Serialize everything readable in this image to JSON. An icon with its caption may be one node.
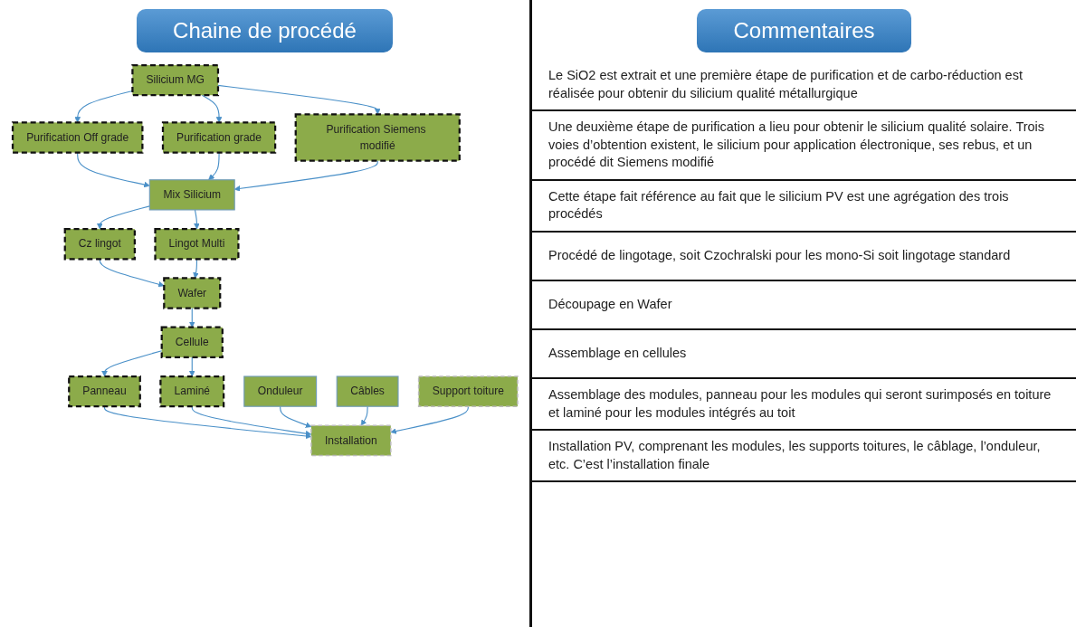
{
  "diagram": {
    "nodes": [
      {
        "text": [
          "Silicium MG"
        ]
      },
      {
        "text": [
          "Purification Off grade"
        ]
      },
      {
        "text": [
          "Purification grade"
        ]
      },
      {
        "text": [
          "Purification Siemens modifié"
        ]
      },
      {
        "text": [
          "Mix Silicium"
        ]
      },
      {
        "text": [
          "Cz lingot"
        ]
      },
      {
        "text": [
          "Lingot Multi"
        ]
      },
      {
        "text": [
          "Wafer"
        ]
      },
      {
        "text": [
          "Cellule"
        ]
      },
      {
        "text": [
          "Panneau"
        ]
      },
      {
        "text": [
          "Laminé"
        ]
      },
      {
        "text": [
          "Onduleur"
        ]
      },
      {
        "text": [
          "Câbles"
        ]
      },
      {
        "text": [
          "Installation"
        ]
      },
      {
        "text": [
          "Support toiture"
        ]
      }
    ],
    "edges": [
      {
        "from": 0,
        "to": 1,
        "arrow": "to"
      },
      {
        "from": 0,
        "to": 2,
        "arrow": "to"
      },
      {
        "from": 0,
        "to": 3,
        "arrow": "to"
      },
      {
        "from": 1,
        "to": 4,
        "arrow": "to"
      },
      {
        "from": 2,
        "to": 4,
        "arrow": "to"
      },
      {
        "from": 3,
        "to": 4,
        "arrow": "to"
      },
      {
        "from": 4,
        "to": 5,
        "arrow": "to"
      },
      {
        "from": 4,
        "to": 6,
        "arrow": "to"
      },
      {
        "from": 5,
        "to": 7,
        "arrow": "to"
      },
      {
        "from": 6,
        "to": 7,
        "arrow": "to"
      },
      {
        "from": 7,
        "to": 8,
        "arrow": "to"
      },
      {
        "from": 8,
        "to": 9,
        "arrow": "to"
      },
      {
        "from": 8,
        "to": 10,
        "arrow": "to"
      },
      {
        "from": 9,
        "to": 13,
        "arrow": "to"
      },
      {
        "from": 10,
        "to": 13,
        "arrow": "to"
      },
      {
        "from": 11,
        "to": 13,
        "arrow": "to"
      },
      {
        "from": 12,
        "to": 13,
        "arrow": "to"
      },
      {
        "from": 14,
        "to": 13,
        "arrow": "to"
      }
    ],
    "labels": [
      "Chaine de procédé",
      "Commentaires",
      "Le SiO2 est extrait et une première étape de purification et de carbo-réduction est réalisée pour obtenir du silicium qualité métallurgique",
      "Une deuxième étape de purification a lieu pour obtenir le silicium qualité solaire. Trois voies d’obtention existent, le silicium pour application électronique, ses rebus, et un procédé dit Siemens modifié",
      "Cette étape fait référence au fait que le silicium PV est une agrégation des trois procédés",
      "Procédé de lingotage, soit Czochralski pour les mono-Si soit lingotage standard",
      "Découpage en Wafer",
      "Assemblage en cellules",
      "Assemblage des modules, panneau pour les modules qui seront surimposés en toiture et laminé pour les modules intégrés au toit",
      "Installation PV, comprenant les modules, les supports toitures, le câblage, l’onduleur, etc. C’est l’installation finale"
    ]
  }
}
